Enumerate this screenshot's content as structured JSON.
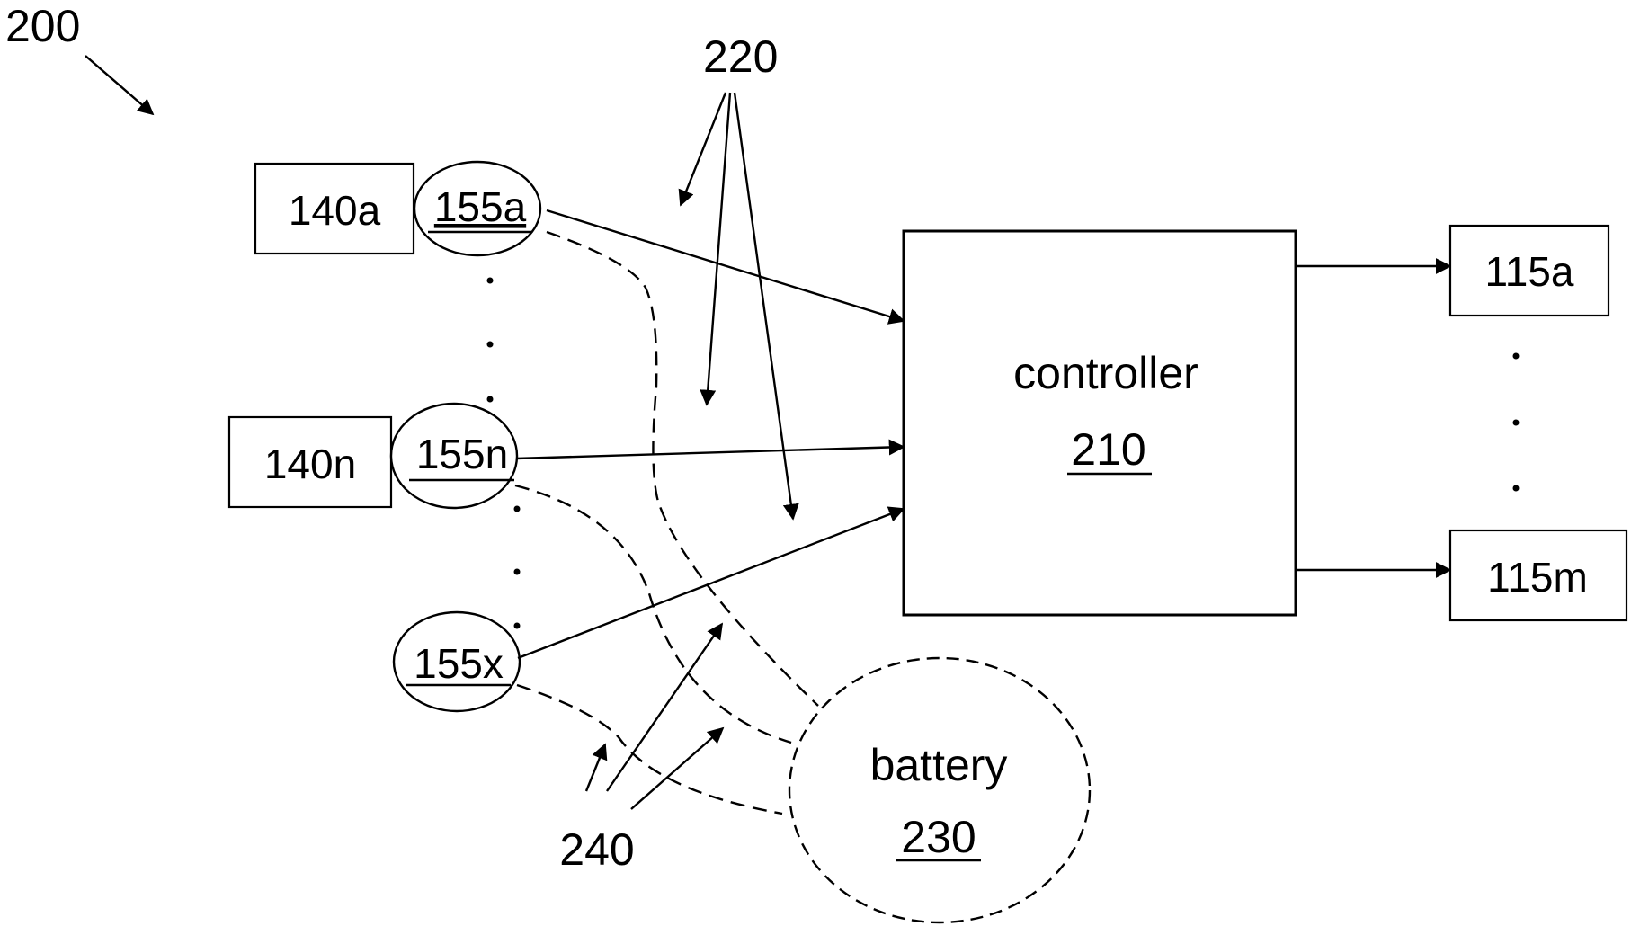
{
  "figure": {
    "ref": "200",
    "leader_ref": "220",
    "wire_ref": "240"
  },
  "sensors": [
    {
      "box": "140a",
      "node": "155a"
    },
    {
      "box": "140n",
      "node": "155n"
    },
    {
      "node": "155x"
    }
  ],
  "controller": {
    "label": "controller",
    "ref": "210"
  },
  "battery": {
    "label": "battery",
    "ref": "230"
  },
  "outputs": [
    "115a",
    "115m"
  ]
}
